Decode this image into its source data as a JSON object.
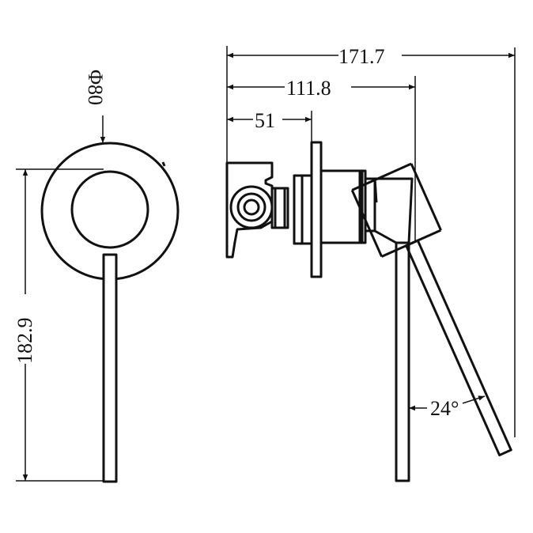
{
  "drawing": {
    "stroke_color": "#111111",
    "background": "#ffffff",
    "front_view": {
      "diameter_label": "Φ80",
      "height_label": "182.9"
    },
    "side_view": {
      "overall_length_label": "171.7",
      "to_handle_label": "111.8",
      "body_depth_label": "51",
      "handle_angle_label": "24°"
    }
  }
}
